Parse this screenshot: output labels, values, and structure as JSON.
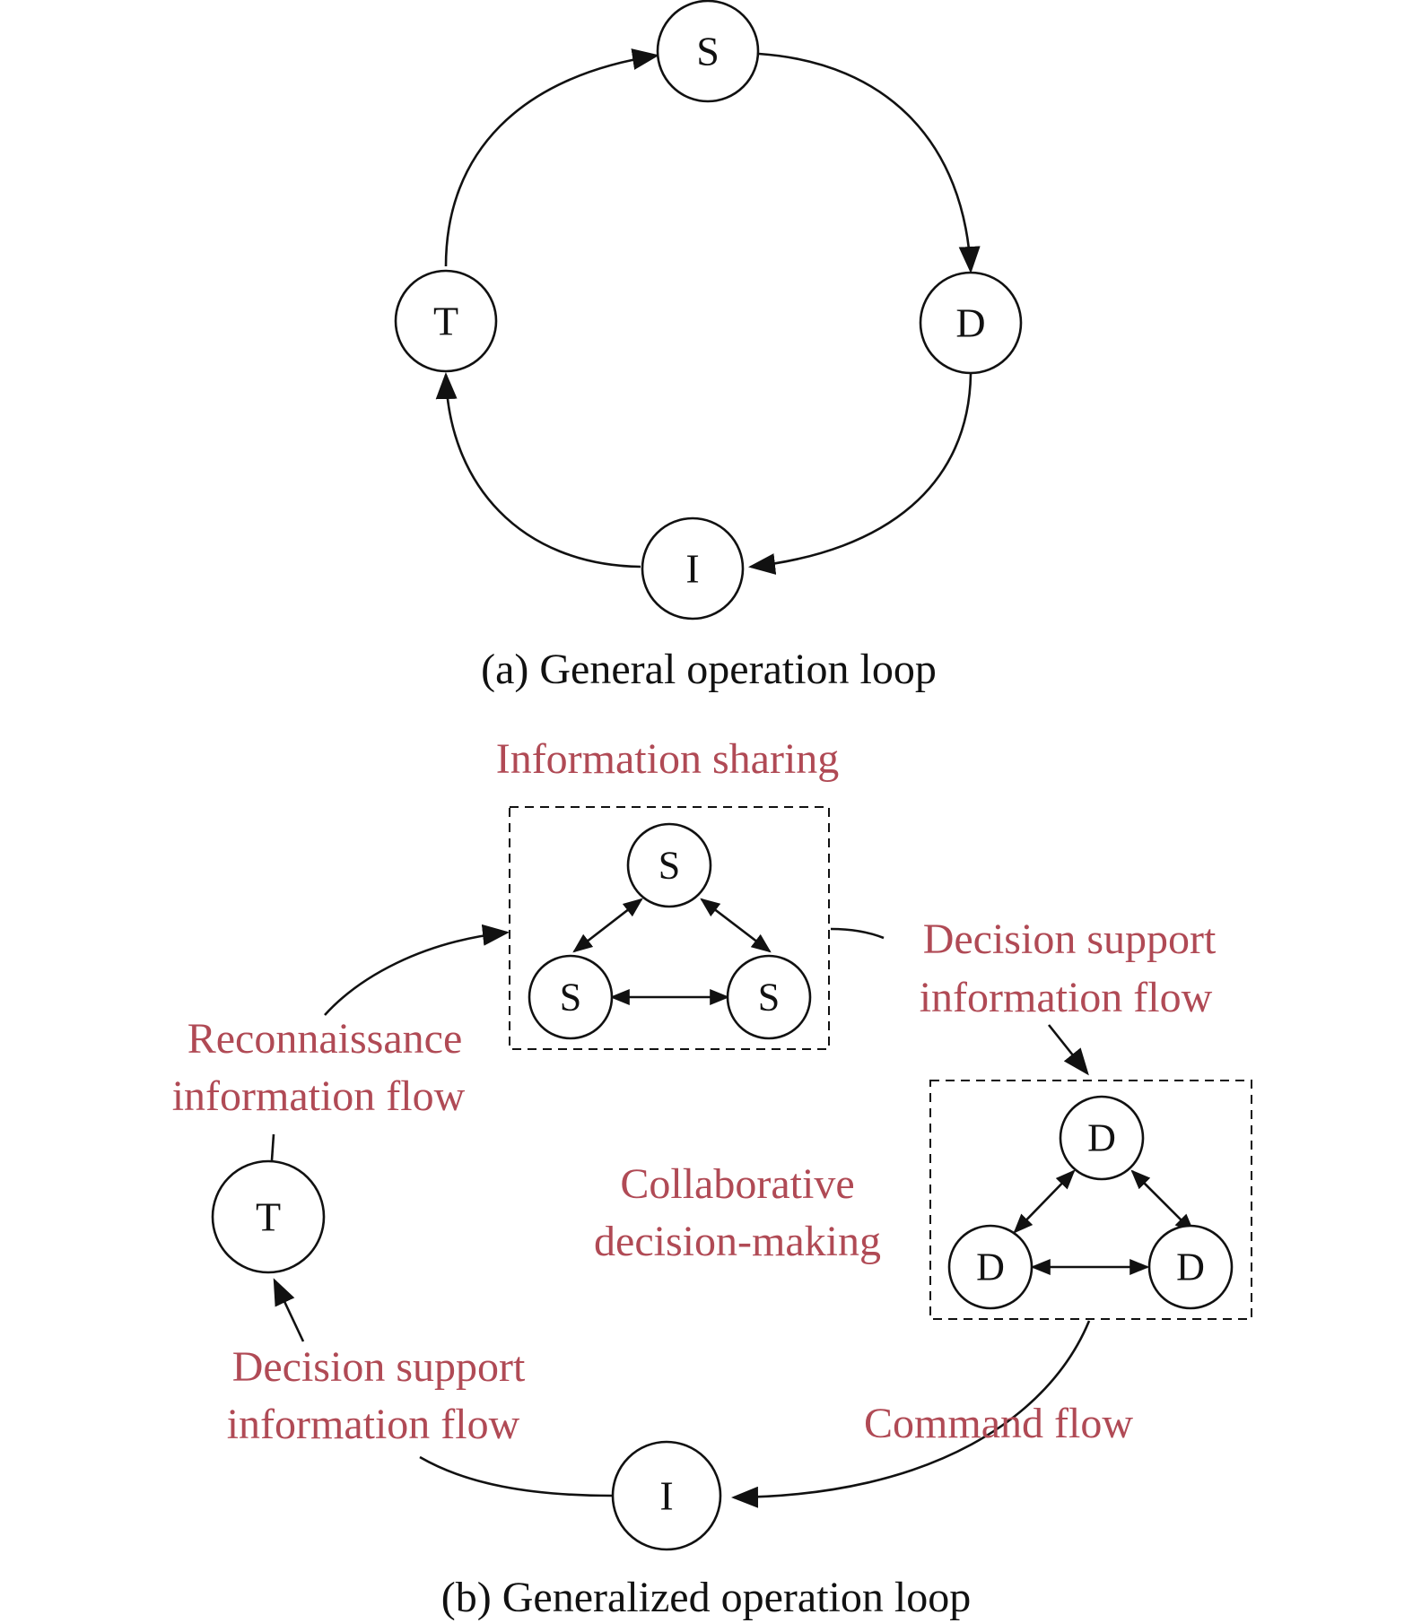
{
  "colors": {
    "stroke": "#111111",
    "label_red": "#b04a55"
  },
  "loop_a": {
    "caption": "(a) General operation loop",
    "nodes": {
      "s": "S",
      "d": "D",
      "i": "I",
      "t": "T"
    }
  },
  "loop_b": {
    "caption": "(b) Generalized operation loop",
    "sensor_group": {
      "title": "Information sharing",
      "nodes": [
        "S",
        "S",
        "S"
      ]
    },
    "decision_group": {
      "title_line1": "Collaborative",
      "title_line2": "decision-making",
      "nodes": [
        "D",
        "D",
        "D"
      ]
    },
    "influencer_node": "I",
    "target_node": "T",
    "flows": {
      "decision_support_top": [
        "Decision support",
        "information flow"
      ],
      "reconnaissance": [
        "Reconnaissance",
        "information flow"
      ],
      "command": "Command flow",
      "decision_support_bottom": [
        "Decision support",
        "information flow"
      ]
    }
  }
}
